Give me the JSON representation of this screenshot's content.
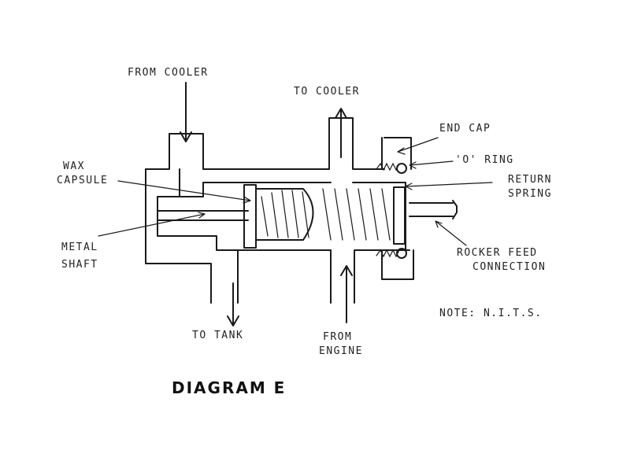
{
  "labels": {
    "from_cooler": "FROM COOLER",
    "to_cooler": "TO COOLER",
    "end_cap": "END CAP",
    "o_ring": "'O' RING",
    "return_line1": "RETURN",
    "return_line2": "SPRING",
    "wax_line1": "WAX",
    "wax_line2": "CAPSULE",
    "metal_line1": "METAL",
    "metal_line2": "SHAFT",
    "rocker_line1": "ROCKER FEED",
    "rocker_line2": "CONNECTION",
    "to_tank": "TO TANK",
    "from_engine_line1": "FROM",
    "from_engine_line2": "ENGINE",
    "note": "NOTE: N.I.T.S.",
    "title": "DIAGRAM E"
  },
  "colors": {
    "ink": "#1a1a1a"
  }
}
